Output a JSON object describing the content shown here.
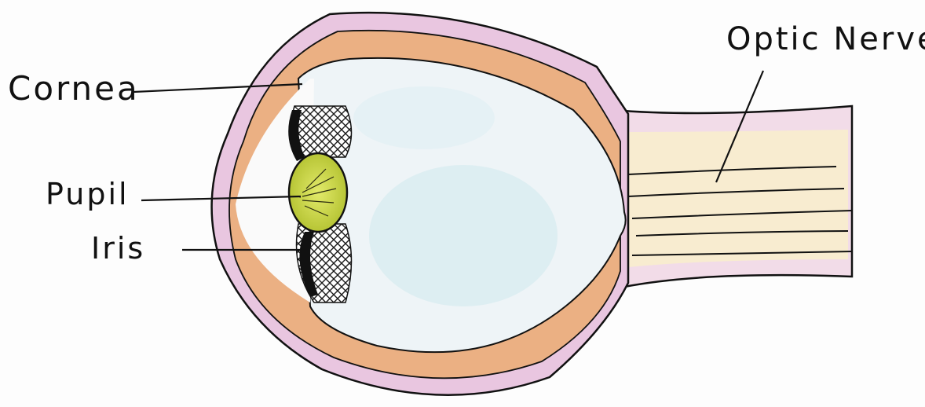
{
  "labels": {
    "cornea": "Cornea",
    "pupil": "Pupil",
    "iris": "Iris",
    "optic_nerve": "Optic Nerve"
  },
  "colors": {
    "sclera_outer": "#e6b8dc",
    "choroid": "#e8a878",
    "vitreous": "#eef4f7",
    "nerve": "#f8ecd0",
    "lens": "#c8d34a",
    "iris_mesh": "#222222",
    "ink": "#111111"
  }
}
